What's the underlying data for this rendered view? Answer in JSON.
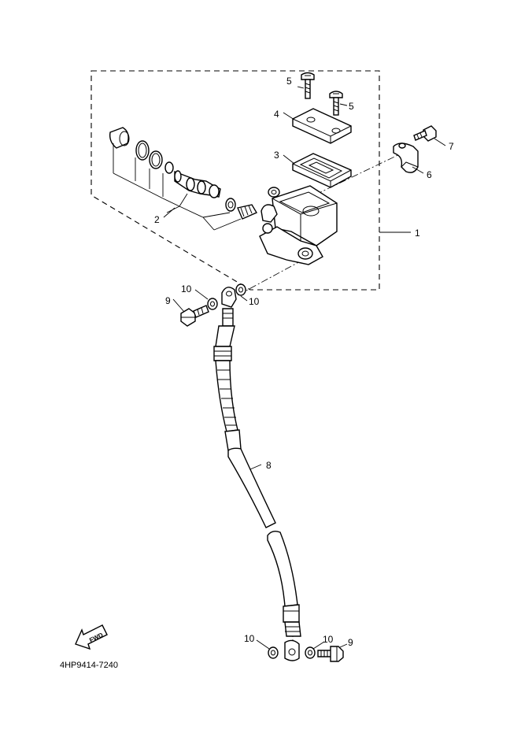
{
  "diagram_code": "4HP9414-7240",
  "fwd_label": "FWD",
  "callouts": {
    "c1": "1",
    "c2": "2",
    "c3": "3",
    "c4": "4",
    "c5a": "5",
    "c5b": "5",
    "c6": "6",
    "c7": "7",
    "c8": "8",
    "c9a": "9",
    "c9b": "9",
    "c10a": "10",
    "c10b": "10",
    "c10c": "10",
    "c10d": "10"
  }
}
